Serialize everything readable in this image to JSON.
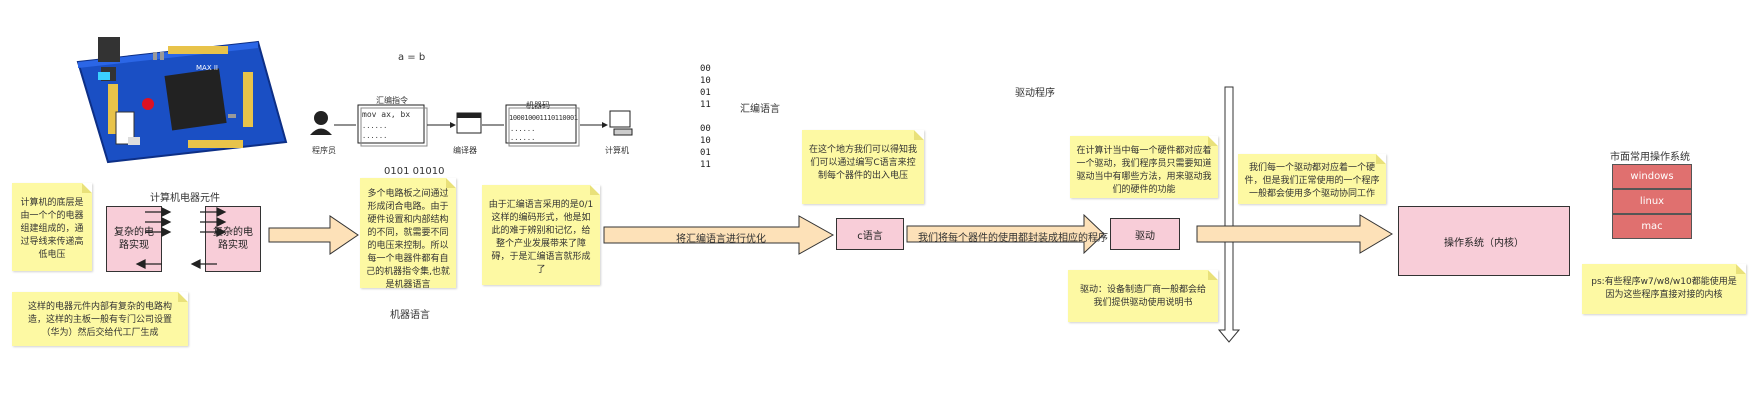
{
  "board": {
    "chip_text": "MAX II"
  },
  "col1": {
    "components_label": "计算机电器元件",
    "note_low": "计算机的底层是由一个个的电器组建组成的，通过导线来传递高低电压",
    "note_board": "这样的电器元件内部有复杂的电路构造，这样的主板一般有专门公司设置（华为）然后交给代工厂生成",
    "circuit_left": "复杂的电路实现",
    "circuit_right": "复杂的电路实现"
  },
  "compile_flow": {
    "top_label": "a = b",
    "programmer": "程序员",
    "asm_title": "汇编指令",
    "asm_code": "mov ax, bx",
    "asm_dots": [
      "......",
      "......"
    ],
    "compiler": "编译器",
    "mc_title": "机器码",
    "mc_code": "100010001110110001",
    "mc_dots": [
      "......",
      "......"
    ],
    "computer": "计算机",
    "binary": "0101 01010",
    "note": "多个电路板之间通过形成闭合电路。由于硬件设置和内部结构的不同，就需要不同的电压来控制。所以每一个电器件都有自己的机器指令集,也就是机器语言",
    "machine_lang": "机器语言"
  },
  "asm_section": {
    "bits_top": [
      "00",
      "10",
      "01",
      "11"
    ],
    "bits_bottom": [
      "00",
      "10",
      "01",
      "11"
    ],
    "title": "汇编语言",
    "note": "由于汇编语言采用的是0/1这样的编码形式，他是如此的难于辨别和记忆，给整个产业发展带来了障碍，于是汇编语言就形成了",
    "arrow_label": "将汇编语言进行优化"
  },
  "c_section": {
    "note": "在这个地方我们可以得知我们可以通过编写C语言来控制每个器件的出入电压",
    "box": "c语言",
    "arrow_label": "我们将每个器件的使用都封装成相应的程序"
  },
  "driver_section": {
    "title": "驱动程序",
    "note_top": "在计算计当中每一个硬件都对应着一个驱动，我们程序员只需要知道驱动当中有哪些方法，用来驱动我们的硬件的功能",
    "box": "驱动",
    "note_bottom": "驱动：设备制造厂商一般都会给我们提供驱动使用说明书"
  },
  "os_section": {
    "note_top": "我们每一个驱动都对应着一个硬件，但是我们正常使用的一个程序一般都会使用多个驱动协同工作",
    "box": "操作系统（内核）",
    "os_title": "市面常用操作系统",
    "os_list": [
      "windows",
      "linux",
      "mac"
    ],
    "note_ps": "ps:有些程序w7/w8/w10都能使用是因为这些程序直接对接的内核"
  },
  "colors": {
    "sticky": "#fdf9a3",
    "pink": "#f8cdd8",
    "arrow": "#fde1b8",
    "os_red": "#e0706f",
    "board_blue": "#1a4fc4"
  }
}
